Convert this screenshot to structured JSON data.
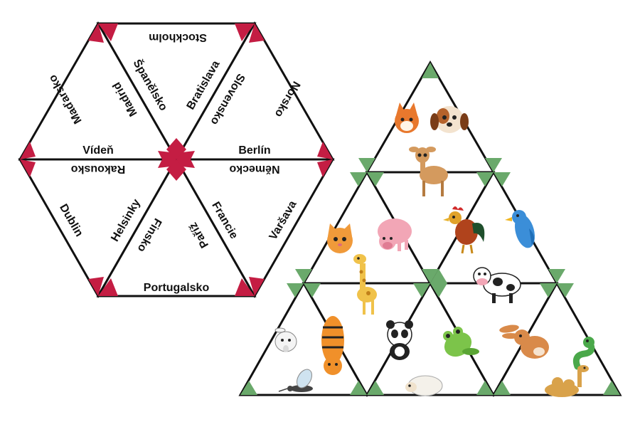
{
  "colors": {
    "hex_accent": "#c41d43",
    "pyramid_accent": "#6aa96b",
    "line": "#111111",
    "background": "#ffffff"
  },
  "hexagon_puzzle": {
    "labels": {
      "stockholm": "Stockholm",
      "madarsko": "Maďarsko",
      "madrid": "Madrid",
      "spanelsko": "Španělsko",
      "bratislava": "Bratislava",
      "slovensko": "Slovensko",
      "norsko": "Norsko",
      "viden": "Vídeň",
      "berlin": "Berlín",
      "rakousko": "Rakousko",
      "nemecko": "Německo",
      "dublin": "Dublin",
      "helsinky": "Helsinky",
      "finsko": "Finsko",
      "pariz": "Paříž",
      "francie": "Francie",
      "varsava": "Varšava",
      "portugalsko": "Portugalsko"
    }
  },
  "pyramid_puzzle": {
    "animals": [
      {
        "name": "fox",
        "icon": "fox-icon"
      },
      {
        "name": "dog",
        "icon": "dog-icon"
      },
      {
        "name": "deer",
        "icon": "deer-icon"
      },
      {
        "name": "pig",
        "icon": "pig-icon"
      },
      {
        "name": "rooster",
        "icon": "rooster-icon"
      },
      {
        "name": "bird",
        "icon": "bird-icon"
      },
      {
        "name": "cat",
        "icon": "cat-icon"
      },
      {
        "name": "giraffe",
        "icon": "giraffe-icon"
      },
      {
        "name": "cow",
        "icon": "cow-icon"
      },
      {
        "name": "goat",
        "icon": "goat-icon"
      },
      {
        "name": "tiger",
        "icon": "tiger-icon"
      },
      {
        "name": "panda",
        "icon": "panda-icon"
      },
      {
        "name": "frog",
        "icon": "frog-icon"
      },
      {
        "name": "rabbit",
        "icon": "rabbit-icon"
      },
      {
        "name": "snake",
        "icon": "snake-icon"
      },
      {
        "name": "mosquito",
        "icon": "mosquito-icon"
      },
      {
        "name": "sheep",
        "icon": "sheep-icon"
      },
      {
        "name": "camel",
        "icon": "camel-icon"
      }
    ]
  }
}
